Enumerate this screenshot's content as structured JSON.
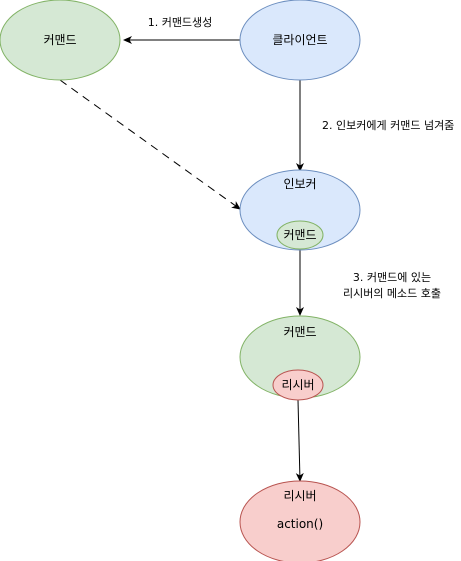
{
  "colors": {
    "green_fill": "#d5e8d4",
    "green_stroke": "#82b366",
    "blue_fill": "#dae8fc",
    "blue_stroke": "#6c8ebf",
    "red_fill": "#f8cecc",
    "red_stroke": "#b85450",
    "edge": "#000000"
  },
  "nodes": {
    "command_top": {
      "label": "커맨드"
    },
    "client": {
      "label": "클라이언트"
    },
    "invoker": {
      "label": "인보커"
    },
    "invoker_command": {
      "label": "커맨드"
    },
    "command_mid": {
      "label": "커맨드"
    },
    "command_receiver": {
      "label": "리시버"
    },
    "receiver": {
      "label": "리시버"
    },
    "action": {
      "label": "action()"
    }
  },
  "edges": {
    "client_to_command": {
      "label": "1. 커맨드생성"
    },
    "client_to_invoker": {
      "label": "2. 인보커에게 커맨드 넘겨줌"
    },
    "invoker_to_command": {
      "label_line1": "3. 커맨드에 있는",
      "label_line2": "리시버의 메소드 호출"
    }
  }
}
